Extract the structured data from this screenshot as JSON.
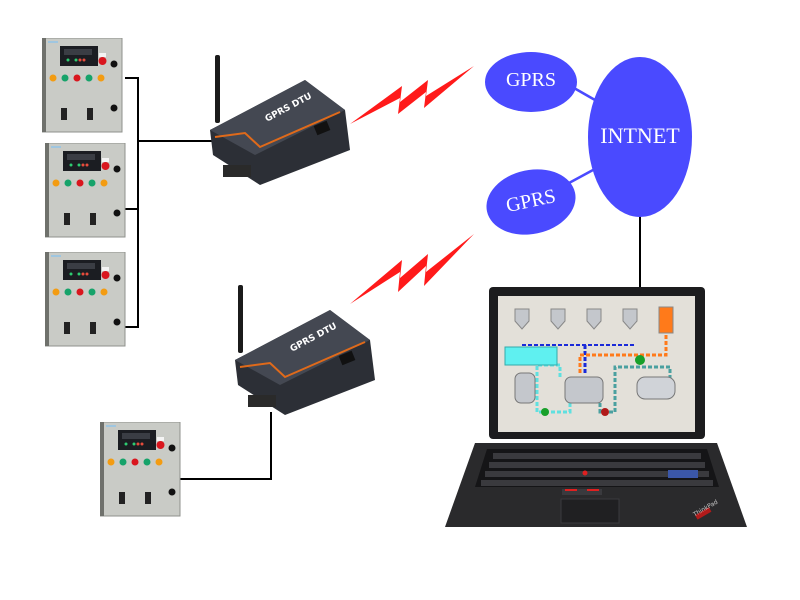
{
  "diagram": {
    "title": "GPRS DTU network topology",
    "network": {
      "cloud_label": "INTNET",
      "gprs_nodes": [
        {
          "label": "GPRS"
        },
        {
          "label": "GPRS"
        }
      ]
    },
    "dtu_devices": [
      {
        "label": "GPRS DTU"
      },
      {
        "label": "GPRS DTU"
      }
    ],
    "control_cabinets": {
      "count": 4,
      "group_top_count": 3,
      "group_bottom_count": 1
    },
    "client": {
      "device": "laptop",
      "brand_label": "ThinkPad",
      "screen": "SCADA process monitoring display"
    },
    "colors": {
      "network_blue": "#4a4aff",
      "lightning_red": "#ff1a1a",
      "wire": "#000000",
      "cabinet_body": "#c9cbc6",
      "dtu_body": "#3a3d44",
      "dtu_accent": "#e06a1a"
    }
  }
}
